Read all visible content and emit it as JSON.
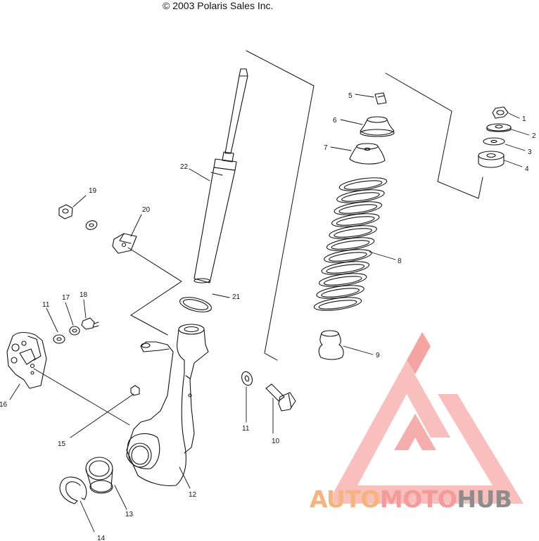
{
  "copyright": "© 2003 Polaris Sales Inc.",
  "watermark": {
    "part1": "AUTO",
    "part2": "MOTO",
    "part3": "HUB",
    "colors": {
      "auto": "#f6b37c",
      "moto": "#f49a98",
      "hub": "#8d8d8d",
      "logo": "#f49a98"
    }
  },
  "callouts": [
    {
      "id": "1",
      "label": "1"
    },
    {
      "id": "2",
      "label": "2"
    },
    {
      "id": "3",
      "label": "3"
    },
    {
      "id": "4",
      "label": "4"
    },
    {
      "id": "5",
      "label": "5"
    },
    {
      "id": "6",
      "label": "6"
    },
    {
      "id": "7",
      "label": "7"
    },
    {
      "id": "8",
      "label": "8"
    },
    {
      "id": "9",
      "label": "9"
    },
    {
      "id": "10",
      "label": "10"
    },
    {
      "id": "11a",
      "label": "11"
    },
    {
      "id": "11b",
      "label": "11"
    },
    {
      "id": "12",
      "label": "12"
    },
    {
      "id": "13",
      "label": "13"
    },
    {
      "id": "14",
      "label": "14"
    },
    {
      "id": "15",
      "label": "15"
    },
    {
      "id": "16",
      "label": "16"
    },
    {
      "id": "17",
      "label": "17"
    },
    {
      "id": "18",
      "label": "18"
    },
    {
      "id": "19",
      "label": "19"
    },
    {
      "id": "20",
      "label": "20"
    },
    {
      "id": "21",
      "label": "21"
    },
    {
      "id": "22",
      "label": "22"
    }
  ]
}
